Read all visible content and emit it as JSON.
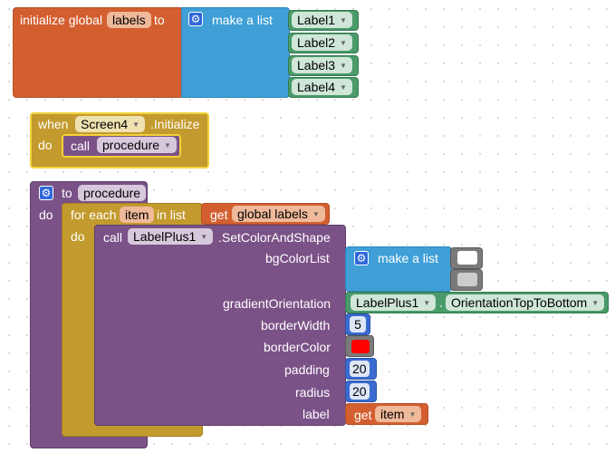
{
  "colors": {
    "variables": "#d35f30",
    "lists": "#3f9fd6",
    "text_component": "#4a9a6a",
    "events": "#c39a2d",
    "procedures": "#7b5287",
    "math": "#3b6bd0",
    "color_red": "#ff0000"
  },
  "global_block": {
    "keyword": "initialize global",
    "name": "labels",
    "to": "to",
    "make_list": "make a list",
    "items": [
      "Label1",
      "Label2",
      "Label3",
      "Label4"
    ],
    "icon": "gear-icon"
  },
  "event_block": {
    "when": "when",
    "component": "Screen4",
    "event": ".Initialize",
    "do": "do",
    "call": "call",
    "procedure": "procedure"
  },
  "procedure_block": {
    "to": "to",
    "name": "procedure",
    "do": "do",
    "for_each": "for each",
    "item_var": "item",
    "in_list": "in list",
    "get": "get",
    "global_var": "global labels",
    "do_inner": "do",
    "call": "call",
    "component": "LabelPlus1",
    "method": ".SetColorAndShape",
    "params": {
      "bgColorList": "bgColorList",
      "gradientOrientation": "gradientOrientation",
      "borderWidth": "borderWidth",
      "borderColor": "borderColor",
      "padding": "padding",
      "radius": "radius",
      "label": "label"
    },
    "make_list": "make a list",
    "orientation_component": "LabelPlus1",
    "orientation_dot": ".",
    "orientation_value": "OrientationTopToBottom",
    "border_width_value": "5",
    "padding_value": "20",
    "radius_value": "20",
    "label_get": "get",
    "label_var": "item"
  }
}
